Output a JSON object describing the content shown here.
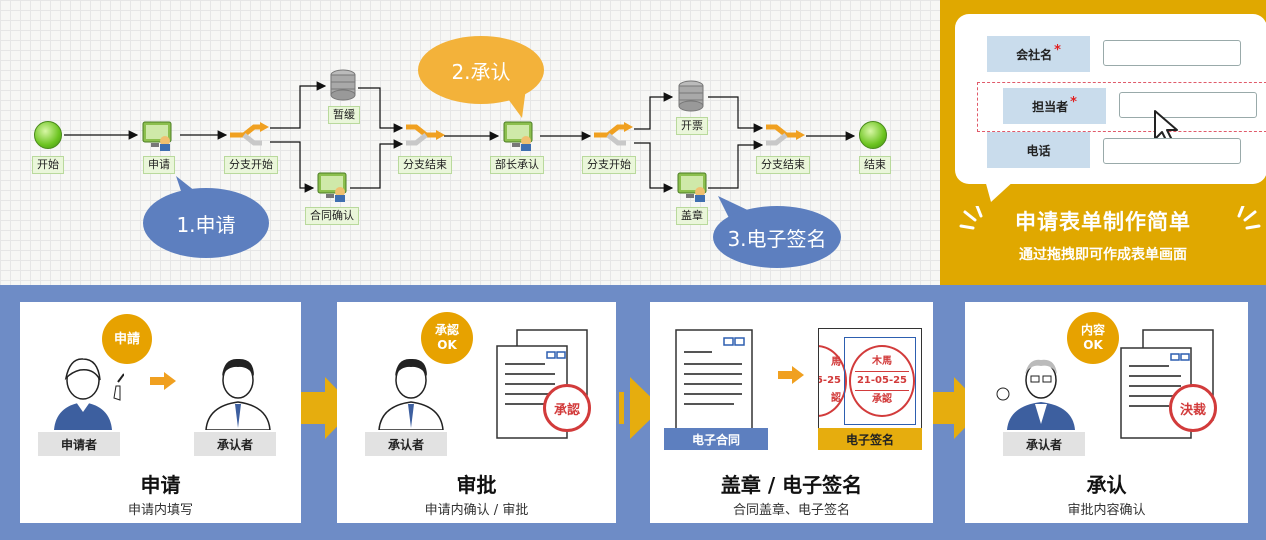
{
  "workflow": {
    "nodes": {
      "start": "开始",
      "apply": "申请",
      "split1": "分支开始",
      "hold": "暂缓",
      "contract_confirm": "合同确认",
      "merge1": "分支结束",
      "dept_approve": "部长承认",
      "split2": "分支开始",
      "invoice": "开票",
      "seal": "盖章",
      "merge2": "分支结束",
      "end": "结束"
    },
    "callouts": {
      "step1": "1.申请",
      "step2": "2.承认",
      "step3": "3.电子签名"
    }
  },
  "form_panel": {
    "fields": [
      {
        "label": "会社名",
        "required": true
      },
      {
        "label": "担当者",
        "required": true
      },
      {
        "label": "电话",
        "required": false
      }
    ],
    "required_mark": "*",
    "title": "申请表单制作简单",
    "subtitle": "通过拖拽即可作成表单画面"
  },
  "steps": [
    {
      "title": "申请",
      "subtitle": "申请内填写",
      "badge": "申請",
      "roles": [
        "申请者",
        "承认者"
      ]
    },
    {
      "title": "审批",
      "subtitle": "申请内确认 / 审批",
      "badge_line1": "承認",
      "badge_line2": "OK",
      "role": "承认者",
      "stamp": "承認"
    },
    {
      "title": "盖章 / 电子签名",
      "subtitle": "合同盖章、电子签名",
      "tag_left": "电子合同",
      "tag_right": "电子签名",
      "seal_top": "木馬",
      "seal_date": "21-05-25",
      "seal_bottom": "承認",
      "seal_partial_top": "馬",
      "seal_partial_date": "5-25",
      "seal_partial_bottom": "認"
    },
    {
      "title": "承认",
      "subtitle": "审批内容确认",
      "badge_line1": "内容",
      "badge_line2": "OK",
      "role": "承认者",
      "stamp": "決裁"
    }
  ],
  "colors": {
    "gold": "#e0a800",
    "blue_band": "#6e8cc6",
    "callout_blue": "#5d7fbf",
    "callout_orange": "#f3b23a",
    "arrow_yellow": "#e6ad0e",
    "stamp_red": "#d23b3b"
  }
}
